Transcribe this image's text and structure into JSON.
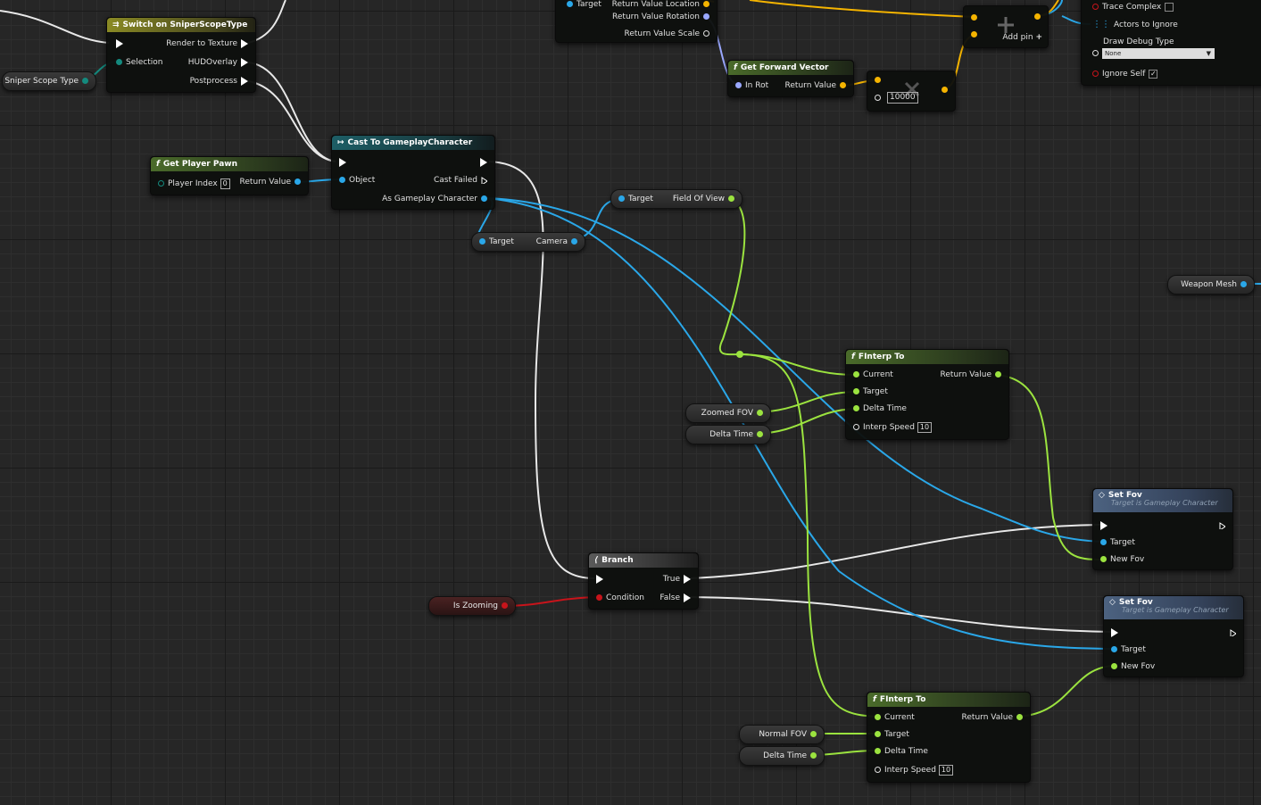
{
  "switch_node": {
    "title": "Switch on SniperScopeType",
    "selection": "Selection",
    "render_to_texture": "Render to Texture",
    "hud_overlay": "HUDOverlay",
    "postprocess": "Postprocess"
  },
  "sniper_scope_var": "Sniper Scope Type",
  "get_player_pawn": {
    "title": "Get Player Pawn",
    "player_index_label": "Player Index",
    "player_index": "0",
    "return_value": "Return Value"
  },
  "cast_node": {
    "title": "Cast To GameplayCharacter",
    "object": "Object",
    "cast_failed": "Cast Failed",
    "as_gameplay_character": "As Gameplay Character"
  },
  "camera_node": {
    "target": "Target",
    "camera": "Camera"
  },
  "fov_node": {
    "target": "Target",
    "field_of_view": "Field Of View"
  },
  "top_node": {
    "target": "Target",
    "return_value_location": "Return Value Location",
    "return_value_rotation": "Return Value Rotation",
    "return_value_scale": "Return Value Scale"
  },
  "get_forward_vector": {
    "title": "Get Forward Vector",
    "in_rot": "In Rot",
    "return_value": "Return Value"
  },
  "multiply_node": {
    "value": "10000"
  },
  "add_node": {
    "add_pin": "Add pin"
  },
  "trace_node": {
    "trace_complex": "Trace Complex",
    "actors_to_ignore": "Actors to Ignore",
    "draw_debug_type": "Draw Debug Type",
    "debug_value": "None",
    "ignore_self": "Ignore Self"
  },
  "weapon_mesh_var": "Weapon Mesh",
  "finterp_zoom": {
    "title": "FInterp To",
    "current": "Current",
    "target": "Target",
    "delta_time": "Delta Time",
    "interp_speed": "Interp Speed",
    "interp_value": "10",
    "return_value": "Return Value"
  },
  "zoomed_fov_var": "Zoomed FOV",
  "delta_time_var_1": "Delta Time",
  "set_fov_1": {
    "title": "Set Fov",
    "subtitle": "Target is Gameplay Character",
    "target": "Target",
    "new_fov": "New Fov"
  },
  "branch": {
    "title": "Branch",
    "true_label": "True",
    "false_label": "False",
    "condition": "Condition"
  },
  "is_zooming_var": "Is Zooming",
  "set_fov_2": {
    "title": "Set Fov",
    "subtitle": "Target is Gameplay Character",
    "target": "Target",
    "new_fov": "New Fov"
  },
  "finterp_normal": {
    "title": "FInterp To",
    "current": "Current",
    "target": "Target",
    "delta_time": "Delta Time",
    "interp_speed": "Interp Speed",
    "interp_value": "10",
    "return_value": "Return Value"
  },
  "normal_fov_var": "Normal FOV",
  "delta_time_var_2": "Delta Time",
  "colors": {
    "exec": "#ffffff",
    "float": "#9be33f",
    "object": "#2aa7e8",
    "byte": "#148a7e",
    "vector": "#f5b400",
    "bool": "#c8141b",
    "rotator": "#9aa8ff"
  }
}
